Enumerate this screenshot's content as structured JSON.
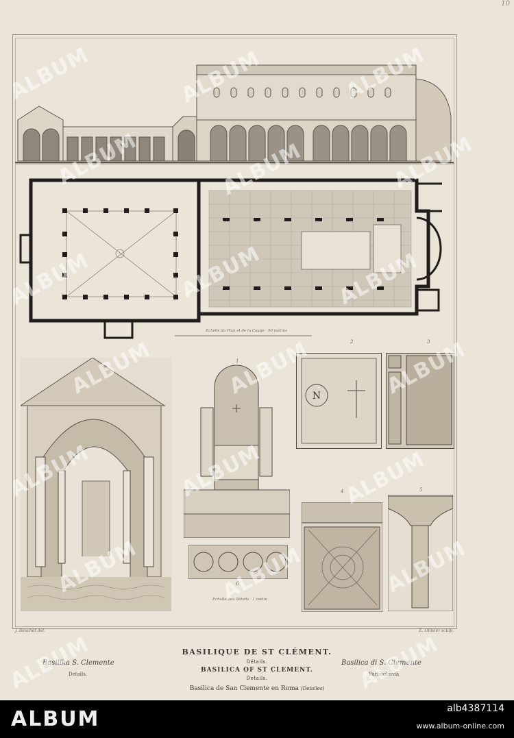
{
  "page_number": "10",
  "watermark_text": "ALBUM",
  "credits": {
    "left": "J. Bouchet del.",
    "right": "E. Ollivier sculp."
  },
  "figure_numbers": [
    "1",
    "2",
    "3",
    "4",
    "5",
    "6"
  ],
  "scales": {
    "plan": "Echelle du Plan et de la Coupe",
    "plan_unit": "50 mètres",
    "details": "Echelle des Détails",
    "details_unit": "1 mètre"
  },
  "caption": {
    "title": "BASILIQUE DE ST CLÉMENT.",
    "subtitle_fr": "Détails.",
    "title_en": "BASILICA OF ST CLEMENT.",
    "subtitle_en": "Details.",
    "left_title": "Basilika S. Clemente",
    "left_sub": "Details.",
    "right_title": "Basilica di S. Clemente",
    "right_sub": "Particolarità",
    "bottom": "Basilica de San Clemente en Roma",
    "bottom_note": "(Detalles)"
  },
  "footer": {
    "logo": "ALBUM",
    "image_id": "alb4387114",
    "url": "www.album-online.com"
  },
  "colors": {
    "paper": "#ebe4d8",
    "ink": "#3a3631",
    "footer_bg": "#000000"
  }
}
